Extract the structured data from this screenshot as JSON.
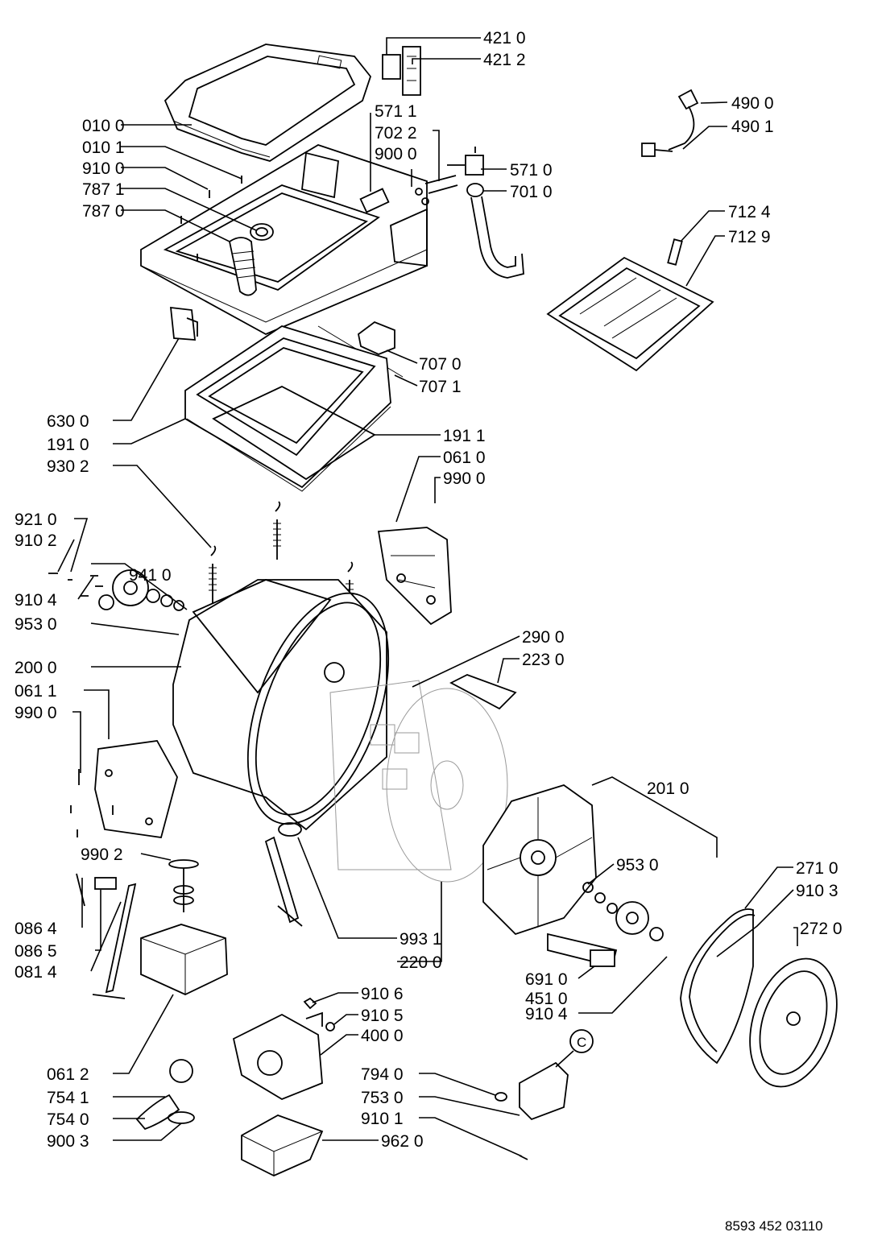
{
  "document": {
    "footer_code": "8593 452 03110",
    "circle_marker": "C"
  },
  "labels": [
    {
      "id": "l4210",
      "text": "421 0"
    },
    {
      "id": "l4212",
      "text": "421 2"
    },
    {
      "id": "l5711",
      "text": "571 1"
    },
    {
      "id": "l7022",
      "text": "702 2"
    },
    {
      "id": "l9000a",
      "text": "900 0"
    },
    {
      "id": "l5710",
      "text": "571 0"
    },
    {
      "id": "l7010",
      "text": "701 0"
    },
    {
      "id": "l0100",
      "text": "010 0"
    },
    {
      "id": "l0101",
      "text": "010 1"
    },
    {
      "id": "l9100",
      "text": "910 0"
    },
    {
      "id": "l7871",
      "text": "787 1"
    },
    {
      "id": "l7870",
      "text": "787 0"
    },
    {
      "id": "l4900",
      "text": "490 0"
    },
    {
      "id": "l4901",
      "text": "490 1"
    },
    {
      "id": "l7124",
      "text": "712 4"
    },
    {
      "id": "l7129",
      "text": "712 9"
    },
    {
      "id": "l7070",
      "text": "707 0"
    },
    {
      "id": "l7071",
      "text": "707 1"
    },
    {
      "id": "l6300",
      "text": "630 0"
    },
    {
      "id": "l1910",
      "text": "191 0"
    },
    {
      "id": "l1911",
      "text": "191 1"
    },
    {
      "id": "l9302",
      "text": "930 2"
    },
    {
      "id": "l0610",
      "text": "061 0"
    },
    {
      "id": "l9900a",
      "text": "990 0"
    },
    {
      "id": "l9210",
      "text": "921 0"
    },
    {
      "id": "l9102",
      "text": "910 2"
    },
    {
      "id": "l9410",
      "text": "941 0"
    },
    {
      "id": "l9104a",
      "text": "910 4"
    },
    {
      "id": "l9530a",
      "text": "953 0"
    },
    {
      "id": "l2000",
      "text": "200 0"
    },
    {
      "id": "l0611",
      "text": "061 1"
    },
    {
      "id": "l9900b",
      "text": "990 0"
    },
    {
      "id": "l2900",
      "text": "290 0"
    },
    {
      "id": "l2230",
      "text": "223 0"
    },
    {
      "id": "l2010",
      "text": "201 0"
    },
    {
      "id": "l9902",
      "text": "990 2"
    },
    {
      "id": "l9530b",
      "text": "953 0"
    },
    {
      "id": "l2710",
      "text": "271 0"
    },
    {
      "id": "l9103",
      "text": "910 3"
    },
    {
      "id": "l0864",
      "text": "086 4"
    },
    {
      "id": "l0865",
      "text": "086 5"
    },
    {
      "id": "l0814",
      "text": "081 4"
    },
    {
      "id": "l9931",
      "text": "993 1"
    },
    {
      "id": "l2200",
      "text": "220 0"
    },
    {
      "id": "l2720",
      "text": "272 0"
    },
    {
      "id": "l6910",
      "text": "691 0"
    },
    {
      "id": "l4510",
      "text": "451 0"
    },
    {
      "id": "l9104b",
      "text": "910 4"
    },
    {
      "id": "l9106",
      "text": "910 6"
    },
    {
      "id": "l9105",
      "text": "910 5"
    },
    {
      "id": "l4000",
      "text": "400 0"
    },
    {
      "id": "l0612",
      "text": "061 2"
    },
    {
      "id": "l7541",
      "text": "754 1"
    },
    {
      "id": "l7540",
      "text": "754 0"
    },
    {
      "id": "l9003",
      "text": "900 3"
    },
    {
      "id": "l7940",
      "text": "794 0"
    },
    {
      "id": "l7530",
      "text": "753 0"
    },
    {
      "id": "l9101",
      "text": "910 1"
    },
    {
      "id": "l9620",
      "text": "962 0"
    }
  ]
}
